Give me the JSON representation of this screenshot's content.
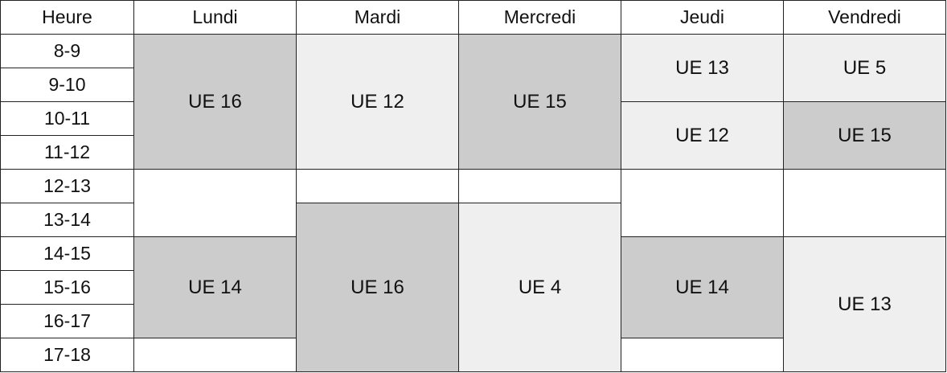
{
  "header": {
    "hour_label": "Heure",
    "days": [
      "Lundi",
      "Mardi",
      "Mercredi",
      "Jeudi",
      "Vendredi"
    ]
  },
  "hours": [
    "8-9",
    "9-10",
    "10-11",
    "11-12",
    "12-13",
    "13-14",
    "14-15",
    "15-16",
    "16-17",
    "17-18"
  ],
  "colors": {
    "dark": "#cccccc",
    "light": "#efefef",
    "empty": "#ffffff",
    "border": "#222222"
  },
  "schedule": {
    "lundi": {
      "b1": {
        "label": "UE 16",
        "shade": "dark"
      },
      "b2": {
        "label": "",
        "shade": "empty"
      },
      "b3": {
        "label": "UE 14",
        "shade": "dark"
      },
      "b4": {
        "label": "",
        "shade": "empty"
      }
    },
    "mardi": {
      "b1": {
        "label": "UE 12",
        "shade": "light"
      },
      "b2": {
        "label": "",
        "shade": "empty"
      },
      "b3": {
        "label": "UE 16",
        "shade": "dark"
      }
    },
    "mercredi": {
      "b1": {
        "label": "UE 15",
        "shade": "dark"
      },
      "b2": {
        "label": "",
        "shade": "empty"
      },
      "b3": {
        "label": "UE 4",
        "shade": "light"
      }
    },
    "jeudi": {
      "b1": {
        "label": "UE 13",
        "shade": "light"
      },
      "b2": {
        "label": "UE 12",
        "shade": "light"
      },
      "b3": {
        "label": "",
        "shade": "empty"
      },
      "b4": {
        "label": "UE 14",
        "shade": "dark"
      },
      "b5": {
        "label": "",
        "shade": "empty"
      }
    },
    "vendredi": {
      "b1": {
        "label": "UE 5",
        "shade": "light"
      },
      "b2": {
        "label": "UE 15",
        "shade": "dark"
      },
      "b3": {
        "label": "",
        "shade": "empty"
      },
      "b4": {
        "label": "UE 13",
        "shade": "light"
      }
    }
  }
}
